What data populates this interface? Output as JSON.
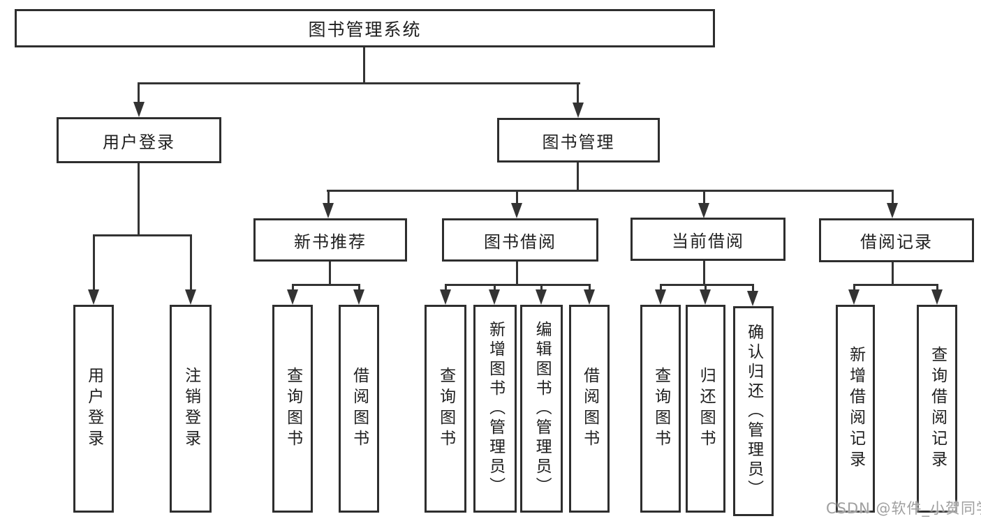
{
  "diagram": {
    "type": "hierarchy-tree",
    "colors": {
      "border": "#2e2e2e",
      "line": "#333333",
      "text": "#1f1f1f",
      "background": "#ffffff",
      "watermark": "#9f9f9f"
    },
    "tree": {
      "label": "图书管理系统",
      "children": [
        {
          "label": "用户登录",
          "children": [
            {
              "label": "用户登录"
            },
            {
              "label": "注销登录"
            }
          ]
        },
        {
          "label": "图书管理",
          "children": [
            {
              "label": "新书推荐",
              "children": [
                {
                  "label": "查询图书"
                },
                {
                  "label": "借阅图书"
                }
              ]
            },
            {
              "label": "图书借阅",
              "children": [
                {
                  "label": "查询图书"
                },
                {
                  "label": "新增图书（管理员）"
                },
                {
                  "label": "编辑图书（管理员）"
                },
                {
                  "label": "借阅图书"
                }
              ]
            },
            {
              "label": "当前借阅",
              "children": [
                {
                  "label": "查询图书"
                },
                {
                  "label": "归还图书"
                },
                {
                  "label": "确认归还（管理员）"
                }
              ]
            },
            {
              "label": "借阅记录",
              "children": [
                {
                  "label": "新增借阅记录"
                },
                {
                  "label": "查询借阅记录"
                }
              ]
            }
          ]
        }
      ]
    }
  },
  "watermark": {
    "text": "CSDN @软件_小贺同学"
  }
}
